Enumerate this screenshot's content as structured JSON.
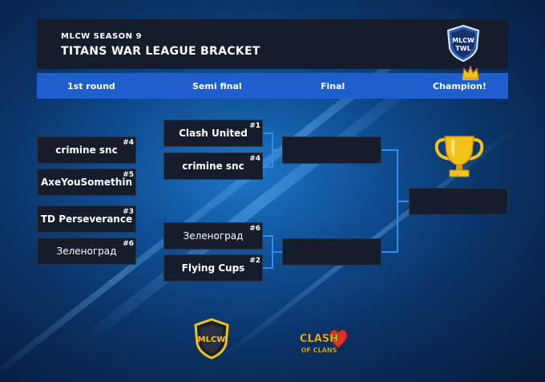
{
  "header": {
    "season": "MLCW SEASON 9",
    "title": "TITANS WAR LEAGUE BRACKET",
    "badge_top": "MLCW",
    "badge_bottom": "TWL"
  },
  "rounds": [
    "1st round",
    "Semi final",
    "Final",
    "Champion!"
  ],
  "first_round": [
    {
      "name": "crimine snc",
      "seed": "#4"
    },
    {
      "name": "AxeYouSomethin",
      "seed": "#5"
    },
    {
      "name": "TD Perseverance",
      "seed": "#3"
    },
    {
      "name": "Зеленоград",
      "seed": "#6"
    }
  ],
  "semi_final": [
    {
      "name": "Clash United",
      "seed": "#1"
    },
    {
      "name": "crimine snc",
      "seed": "#4"
    },
    {
      "name": "Зеленоград",
      "seed": "#6"
    },
    {
      "name": "Flying Cups",
      "seed": "#2"
    }
  ],
  "final": [
    {
      "name": ""
    },
    {
      "name": ""
    }
  ],
  "champion": {
    "name": ""
  },
  "footer": {
    "mlcw_logo": "MLCW",
    "coc_logo_top": "CLASH",
    "coc_logo_bottom": "OF CLANS"
  },
  "colors": {
    "panel": "#151c2b",
    "round_bar": "#1f5fcd",
    "connector": "#2f8ff0",
    "gold": "#f3c21b"
  }
}
